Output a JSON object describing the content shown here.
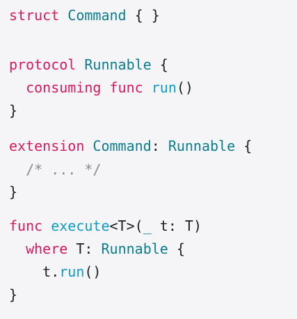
{
  "colors": {
    "background": "#f5f5f7",
    "keyword": "#d7195f",
    "type": "#0b7c8e",
    "function": "#0e9cc4",
    "plain": "#1d1d1f",
    "comment": "#8a8a8e"
  },
  "code": {
    "l1": {
      "kw": "struct",
      "type": "Command",
      "rest": "{ }"
    },
    "l2": {
      "kw": "protocol",
      "type": "Runnable",
      "rest": "{"
    },
    "l3": {
      "kw1": "consuming",
      "kw2": "func",
      "fn": "run",
      "rest": "()"
    },
    "l4": {
      "text": "}"
    },
    "l5": {
      "kw": "extension",
      "type1": "Command",
      "colon": ":",
      "type2": "Runnable",
      "rest": "{"
    },
    "l6": {
      "comment": "/* ... */"
    },
    "l7": {
      "text": "}"
    },
    "l8": {
      "kw": "func",
      "fn": "execute",
      "gen_open": "<T>(",
      "param": "_",
      "rest": "t: T)"
    },
    "l9": {
      "kw": "where",
      "mid": "T:",
      "type": "Runnable",
      "rest": "{"
    },
    "l10": {
      "obj": "t.",
      "fn": "run",
      "rest": "()"
    },
    "l11": {
      "text": "}"
    }
  }
}
